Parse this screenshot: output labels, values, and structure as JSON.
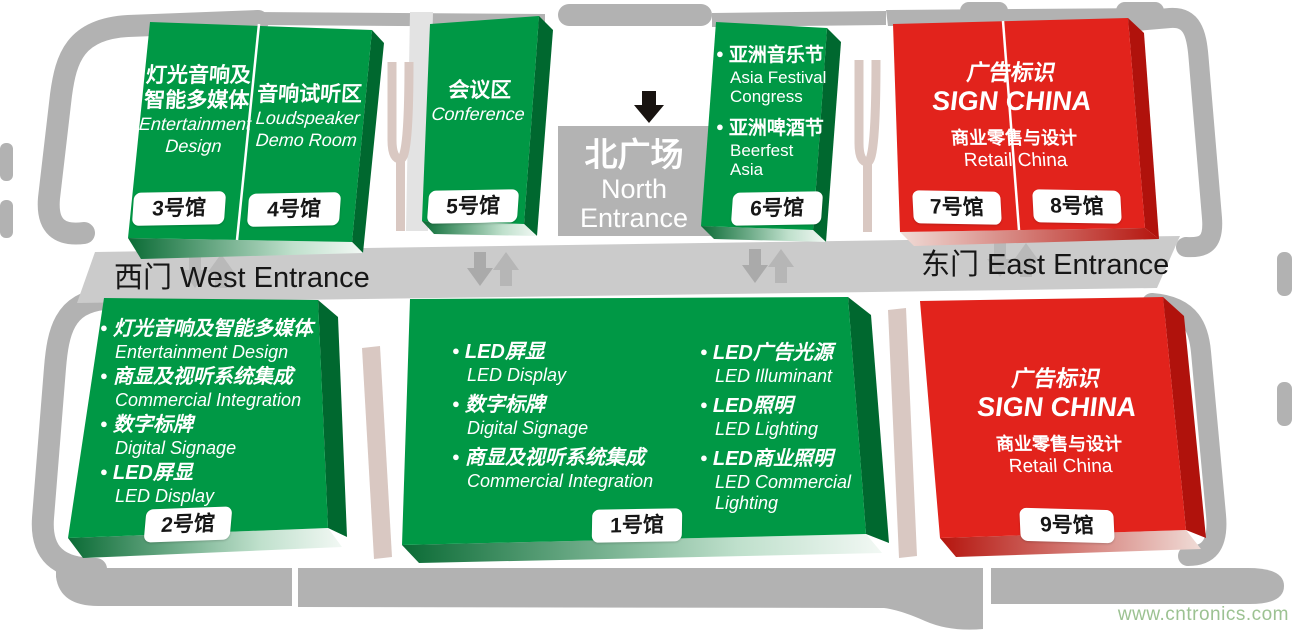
{
  "bullet": "●",
  "watermark": "www.cntronics.com",
  "entrances": {
    "west": "西门 West Entrance",
    "east": "东门 East Entrance",
    "north_zh": "北广场",
    "north_en1": "North",
    "north_en2": "Entrance"
  },
  "halls": {
    "h3": {
      "badge": "3号馆",
      "zh1": "灯光音响及",
      "zh2": "智能多媒体",
      "en1": "Entertainment",
      "en2": "Design"
    },
    "h4": {
      "badge": "4号馆",
      "zh1": "音响试听区",
      "en1": "Loudspeaker",
      "en2": "Demo Room"
    },
    "h5": {
      "badge": "5号馆",
      "zh1": "会议区",
      "en1": "Conference"
    },
    "h6": {
      "badge": "6号馆",
      "item1_zh": "亚洲音乐节",
      "item1_en1": "Asia Festival",
      "item1_en2": "Congress",
      "item2_zh": "亚洲啤酒节",
      "item2_en1": "Beerfest",
      "item2_en2": "Asia"
    },
    "h78": {
      "badge7": "7号馆",
      "badge8": "8号馆",
      "zh1": "广告标识",
      "en1": "SIGN CHINA",
      "zh2": "商业零售与设计",
      "en2": "Retail China"
    },
    "h2": {
      "badge": "2号馆",
      "items": [
        {
          "zh": "灯光音响及智能多媒体",
          "en": "Entertainment Design"
        },
        {
          "zh": "商显及视听系统集成",
          "en": "Commercial Integration"
        },
        {
          "zh": "数字标牌",
          "en": "Digital Signage"
        },
        {
          "zh": "LED屏显",
          "en": "LED Display"
        }
      ]
    },
    "h1": {
      "badge": "1号馆",
      "left": [
        {
          "zh": "LED屏显",
          "en": "LED Display"
        },
        {
          "zh": "数字标牌",
          "en": "Digital Signage"
        },
        {
          "zh": "商显及视听系统集成",
          "en": "Commercial Integration"
        }
      ],
      "right": [
        {
          "zh": "LED广告光源",
          "en": "LED Illuminant"
        },
        {
          "zh": "LED照明",
          "en": "LED Lighting"
        },
        {
          "zh": "LED商业照明",
          "en": "LED Commercial Lighting"
        }
      ]
    },
    "h9": {
      "badge": "9号馆",
      "zh1": "广告标识",
      "en1": "SIGN CHINA",
      "zh2": "商业零售与设计",
      "en2": "Retail China"
    }
  },
  "colors": {
    "hall_green": "#009845",
    "hall_green_side": "#00682f",
    "hall_red": "#e2231c",
    "hall_red_side": "#b0120c",
    "corridor_gray": "#cbcbcb",
    "north_block_gray": "#b3b3b3",
    "outline_gray": "#b2b2b2",
    "divider_beige": "#d9c8c2",
    "watermark_green": "#9cc292"
  }
}
